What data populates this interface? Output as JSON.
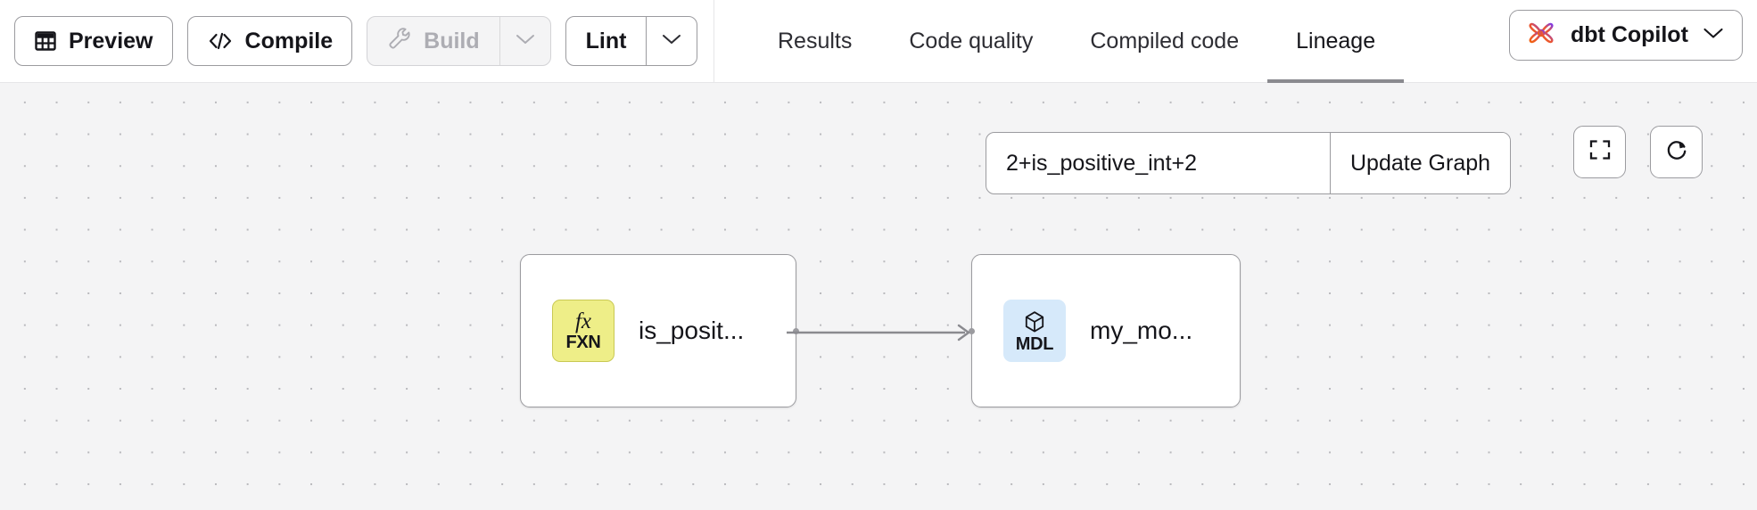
{
  "toolbar": {
    "preview": {
      "label": "Preview",
      "icon": "table-icon"
    },
    "compile": {
      "label": "Compile",
      "icon": "code-brackets-icon"
    },
    "build": {
      "label": "Build",
      "icon": "wrench-icon",
      "disabled": "true",
      "caret_icon": "chevron-down-icon"
    },
    "lint": {
      "label": "Lint",
      "caret_icon": "chevron-down-icon"
    }
  },
  "tabs": [
    {
      "label": "Results",
      "active": false
    },
    {
      "label": "Code quality",
      "active": false
    },
    {
      "label": "Compiled code",
      "active": false
    },
    {
      "label": "Lineage",
      "active": true
    }
  ],
  "copilot": {
    "label": "dbt Copilot",
    "icon": "dbt-copilot-atom-icon",
    "caret_icon": "chevron-down-icon",
    "color_start": "#f2630f",
    "color_end": "#7c3aed"
  },
  "canvas": {
    "selector": {
      "value": "2+is_positive_int+2",
      "placeholder": "",
      "update_label": "Update Graph"
    },
    "controls": [
      {
        "name": "fit-view",
        "icon": "fullscreen-corners-icon"
      },
      {
        "name": "reset-graph",
        "icon": "refresh-icon"
      }
    ],
    "graph": {
      "nodes": [
        {
          "id": "is_positive_int",
          "badge_type": "FXN",
          "badge_glyph": "fx",
          "badge_icon": "function-icon",
          "badge_color": "#eeee88",
          "label": "is_posit..."
        },
        {
          "id": "my_model",
          "badge_type": "MDL",
          "badge_icon": "cube-icon",
          "badge_color": "#d6e9fa",
          "label": "my_mo..."
        }
      ],
      "edges": [
        {
          "from": "is_positive_int",
          "to": "my_model"
        }
      ]
    }
  }
}
